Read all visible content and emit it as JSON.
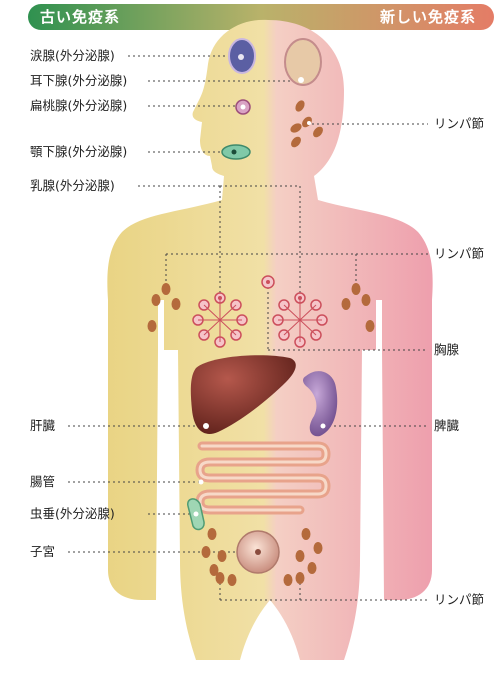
{
  "header": {
    "left_title": "古い免疫系",
    "right_title": "新しい免疫系",
    "left_color": "#3a9a56",
    "right_color": "#e0806a"
  },
  "body_colors": {
    "old_system": "#ecd88c",
    "new_system": "#efb6bf"
  },
  "labels_left": [
    {
      "id": "lacrimal",
      "text": "涙腺(外分泌腺)"
    },
    {
      "id": "parotid",
      "text": "耳下腺(外分泌腺)"
    },
    {
      "id": "tonsil",
      "text": "扁桃腺(外分泌腺)"
    },
    {
      "id": "submandibular",
      "text": "顎下腺(外分泌腺)"
    },
    {
      "id": "mammary",
      "text": "乳腺(外分泌腺)"
    },
    {
      "id": "liver",
      "text": "肝臓"
    },
    {
      "id": "intestine",
      "text": "腸管"
    },
    {
      "id": "appendix",
      "text": "虫垂(外分泌腺)"
    },
    {
      "id": "uterus",
      "text": "子宮"
    }
  ],
  "labels_right": [
    {
      "id": "lymph_head",
      "text": "リンパ節"
    },
    {
      "id": "lymph_shoulder",
      "text": "リンパ節"
    },
    {
      "id": "thymus",
      "text": "胸腺"
    },
    {
      "id": "spleen",
      "text": "脾臓"
    },
    {
      "id": "lymph_pelvis",
      "text": "リンパ節"
    }
  ]
}
